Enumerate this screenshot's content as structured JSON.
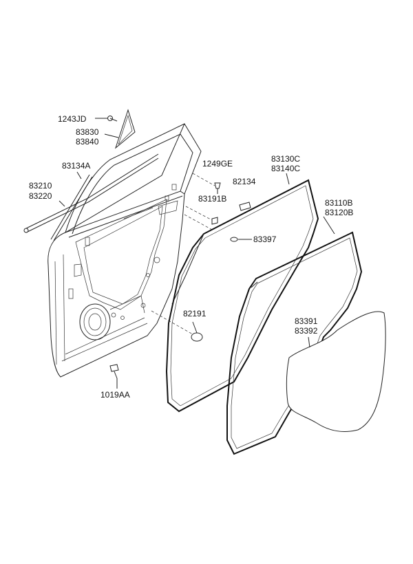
{
  "labels": {
    "p1243jd": "1243JD",
    "p83830": "83830",
    "p83840": "83840",
    "p83134a": "83134A",
    "p83210": "83210",
    "p83220": "83220",
    "p1249ge": "1249GE",
    "p82134": "82134",
    "p83191b": "83191B",
    "p83130c": "83130C",
    "p83140c": "83140C",
    "p83397": "83397",
    "p83110b": "83110B",
    "p83120b": "83120B",
    "p82191": "82191",
    "p83391": "83391",
    "p83392": "83392",
    "p1019aa": "1019AA"
  }
}
